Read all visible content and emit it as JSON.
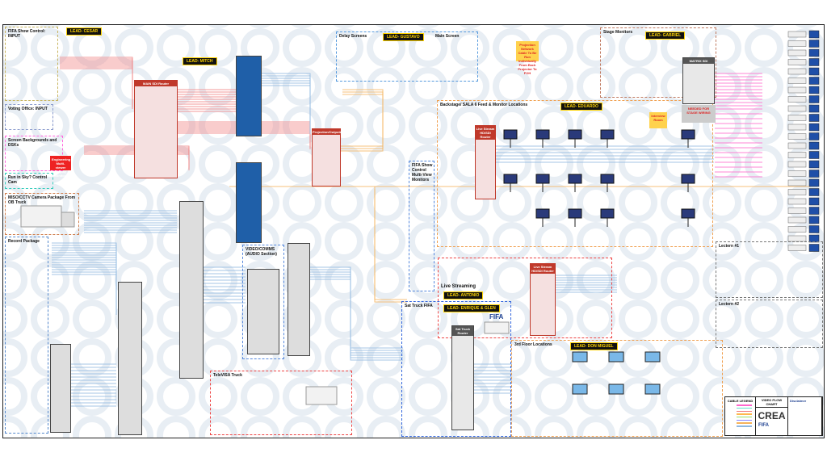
{
  "colors": {
    "lead_bg": "#111111",
    "lead_text": "#ffd400",
    "router_red": "#c0392b",
    "router_blue": "#1f5fa8",
    "line_red": "#f08080",
    "line_blue": "#8fb8e0",
    "line_orange": "#f5b35a",
    "line_pink": "#ff66cc"
  },
  "sections": {
    "show_control_input": "FIFA Show Control: INPUT",
    "voting_office_input": "Voting Office: INPUT",
    "screen_backgrounds": "Screen Backgrounds and DSKs",
    "run_in_sky": "Run in Sky? Control Cam",
    "miso_cctv": "MISO/CCTV Camera Package From OB Truck",
    "record_package": "Record Package",
    "delay_screens": "Delay Screens",
    "main_screen": "Main Screen",
    "stage_monitors": "Stage Monitors",
    "backstage": "Backstage/ SALA 6 Feed & Monitor Locations",
    "multiview": "FIFA Show Control Multi-View Monitors",
    "live_streaming": "Live Streaming",
    "sat_truck": "Sat Truck FIFA",
    "third_floor": "3rd Floor Locations",
    "lectern_a": "Lectern #1",
    "lectern_b": "Lectern #2",
    "televisa": "TeleVISA Truck",
    "audio_comm": "VIDEO/COMMS (AUDIO Section)"
  },
  "leads": {
    "cesar": "LEAD- CESAR",
    "mitch": "LEAD- MITCH",
    "gustavo": "LEAD- GUSTAVO",
    "gabriel": "LEAD- GABRIEL",
    "eduardo": "LEAD- EDUARDO",
    "antonio": "LEAD- ANTONIO",
    "enrique_glen": "LEAD- ENRIQUE & GLEN",
    "don_miguel": "LEAD- DON MIGUEL"
  },
  "routers": {
    "main_sdi": "MAIN SDI Router",
    "projection": "Projection/Outputs",
    "live_stream_router": "Live Stream HD/SDI Router",
    "backstage_router": "Live Stream HD/SDI Router",
    "sat_truck_router": "Sat Truck Router",
    "stage_router": "MATRIX SDI"
  },
  "notes": {
    "engineering": "Engineering Multi-viewer Display Monitors",
    "stage_note": "NEEDED FOR STAGE WIRING",
    "projection_note": "Projection Network Cable To Be Run Individually From Each Projector To FOH",
    "interview_note": "Interview Room",
    "fifa_logo": "FIFA"
  },
  "title_block": {
    "title": "VIDEO FLOW CHART",
    "cable_legend": "CABLE LEGEND",
    "company": "CREA",
    "disclaimer_heading": "Disclaimer",
    "client": "FIFA"
  }
}
